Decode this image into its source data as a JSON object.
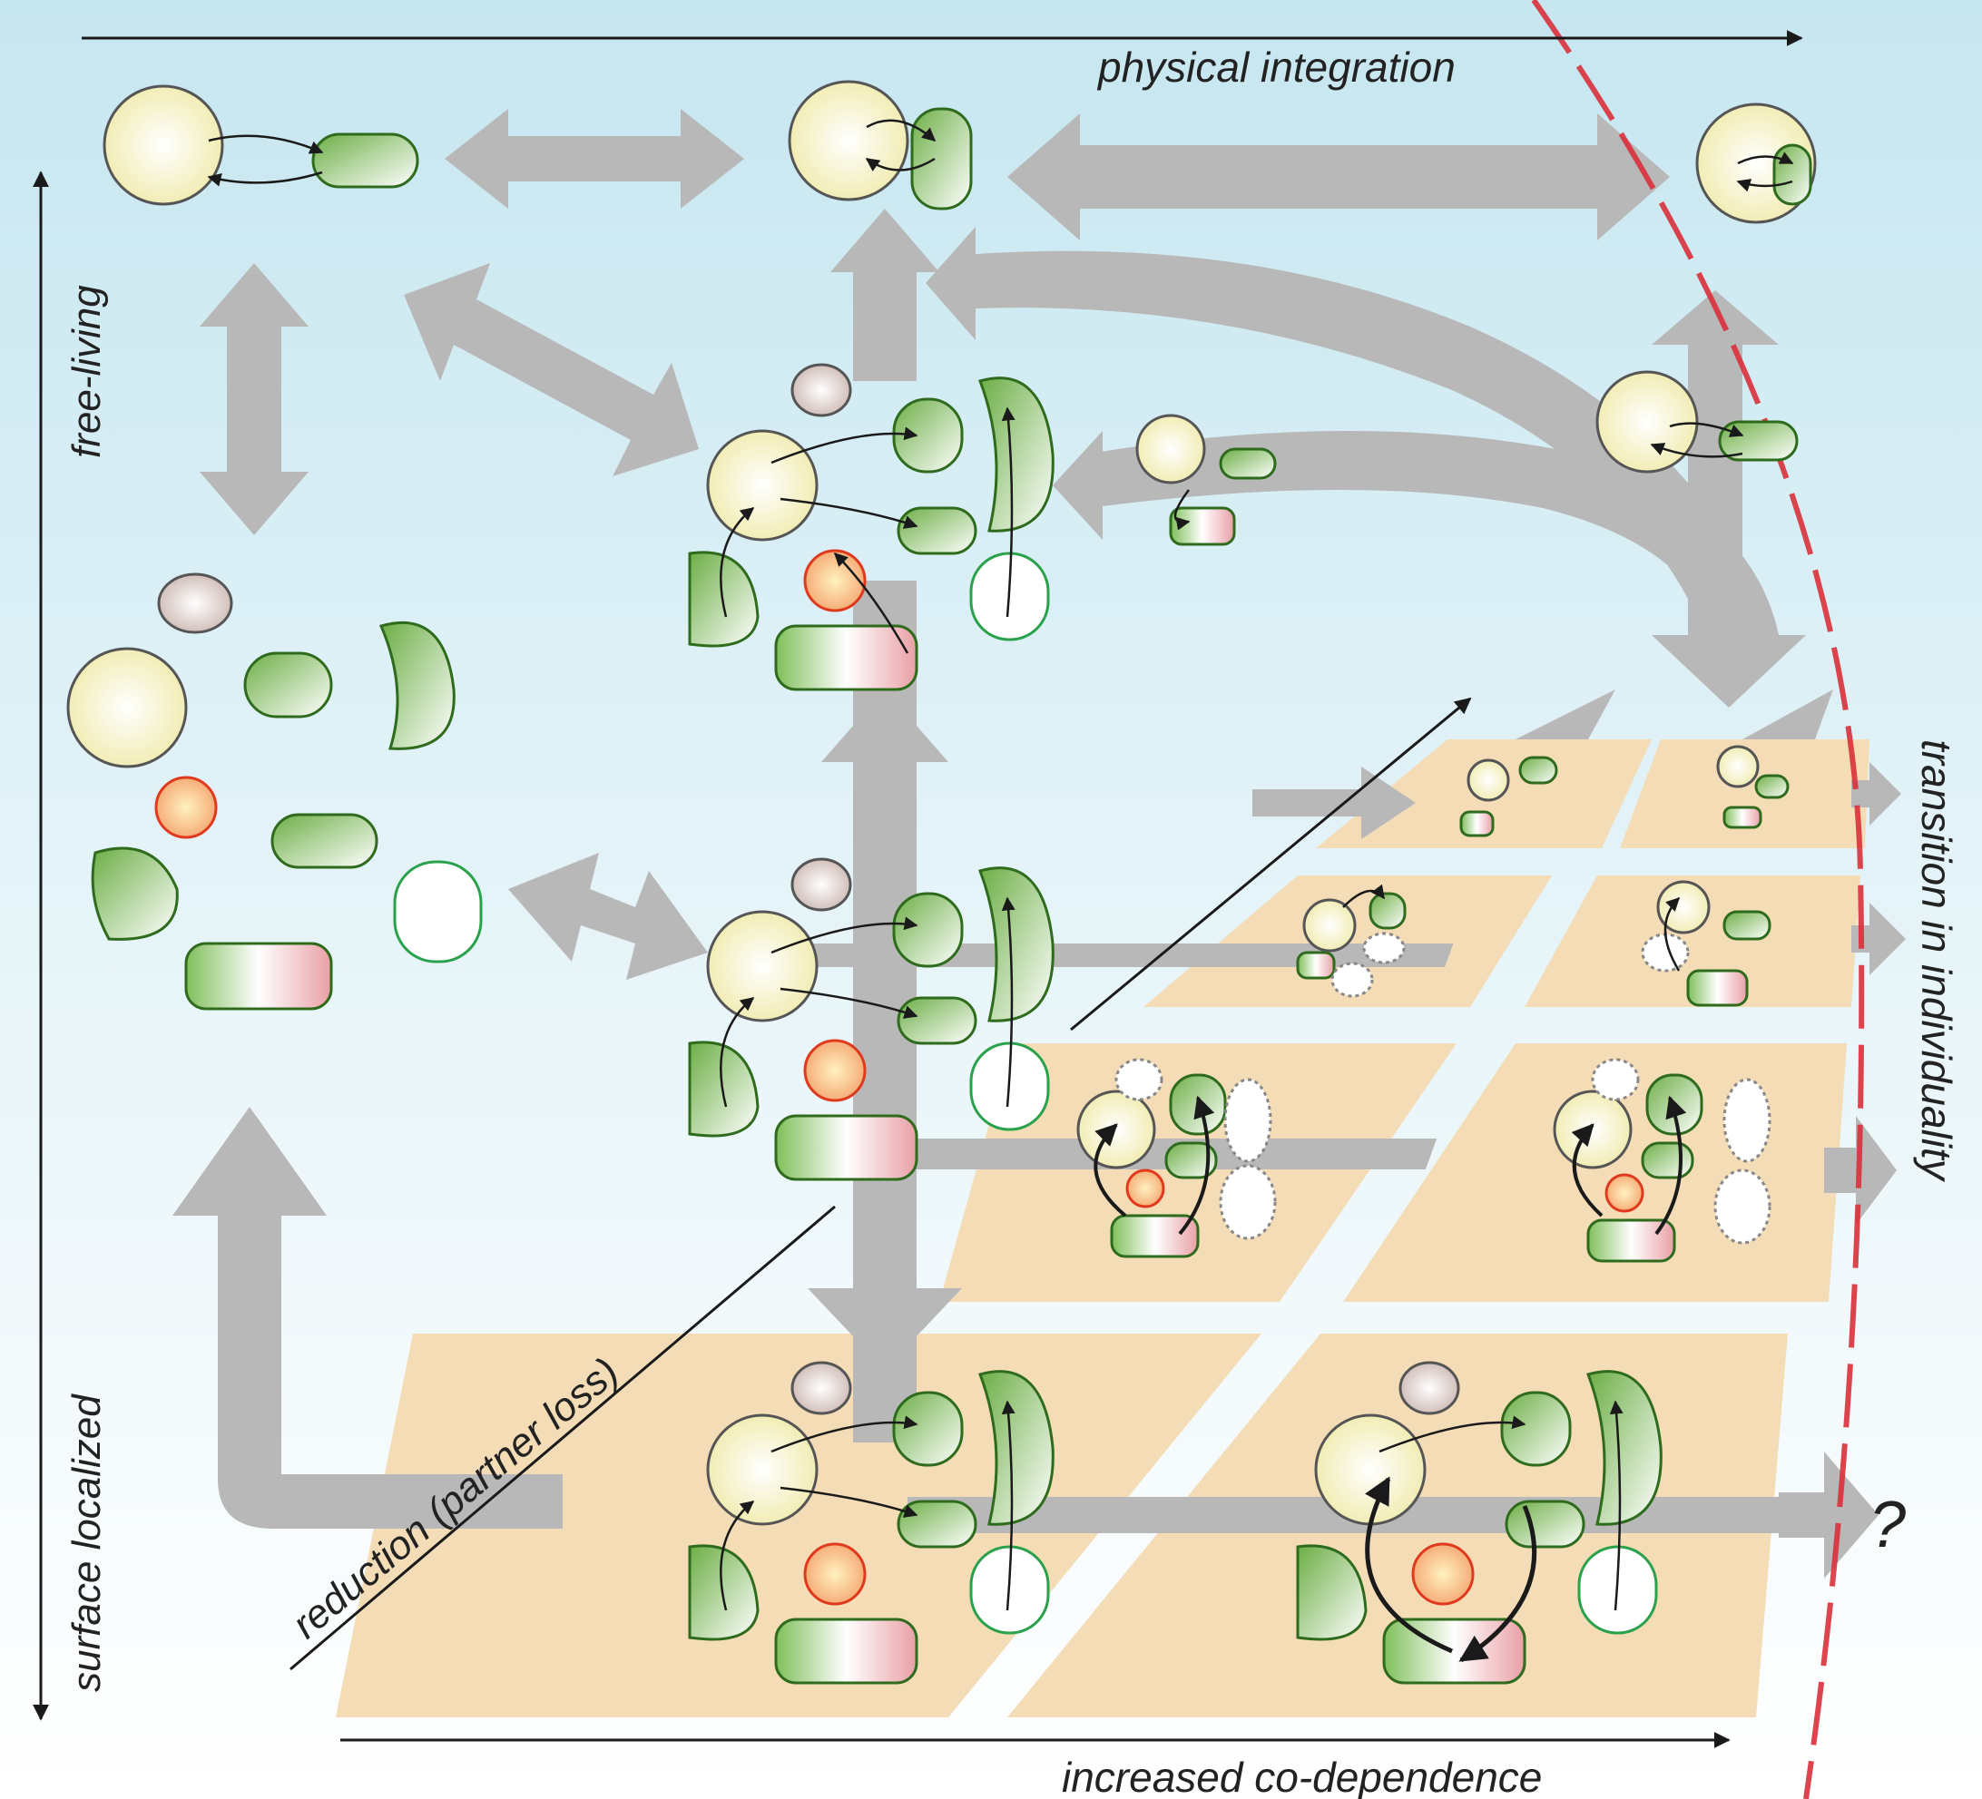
{
  "labels": {
    "physical_integration": "physical integration",
    "free_living": "free-living",
    "surface_localized": "surface localized",
    "reduction": "reduction (partner loss)",
    "increased_codependence": "increased co-dependence",
    "transition": "transition in individuality",
    "question": "?"
  },
  "colors": {
    "bg_top": "#c9e8f1",
    "bg_bottom": "#ffffff",
    "tile": "#f4dcb6",
    "arrow": "#b8b8b8",
    "host": "#f6f2c0",
    "green": "#6cae45",
    "dark_green": "#2e6b1d",
    "red_cell": "#e03a1e",
    "brown_cell": "#8a6a62",
    "boundary": "#d9303a"
  },
  "icons": [
    "host-cell-icon",
    "mitochondria-like-symbiont-icon",
    "interaction-arrow-icon"
  ]
}
